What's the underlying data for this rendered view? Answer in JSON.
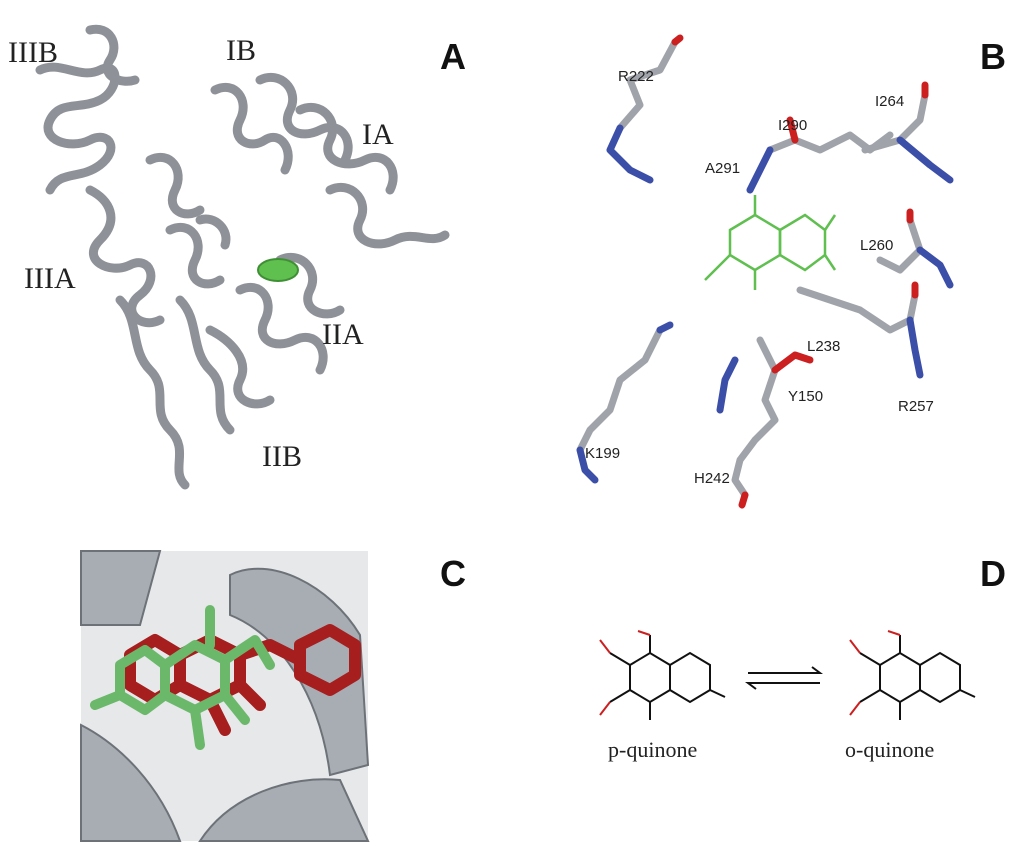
{
  "panels": {
    "a": {
      "letter": "A",
      "domains": [
        "IIIB",
        "IB",
        "IA",
        "IIIA",
        "IIA",
        "IIB"
      ]
    },
    "b": {
      "letter": "B",
      "residues": [
        "R222",
        "I290",
        "I264",
        "A291",
        "L260",
        "L238",
        "Y150",
        "R257",
        "K199",
        "H242"
      ]
    },
    "c": {
      "letter": "C"
    },
    "d": {
      "letter": "D",
      "left_label": "p-quinone",
      "right_label": "o-quinone"
    }
  },
  "colors": {
    "protein": "#a9adb3",
    "ligand": "#5fbf4f",
    "carbon": "#a0a4aa",
    "nitrogen": "#3c4fa8",
    "oxygen": "#cc2020",
    "overlay_red": "#a61e1e",
    "overlay_green": "#6bb86b"
  }
}
